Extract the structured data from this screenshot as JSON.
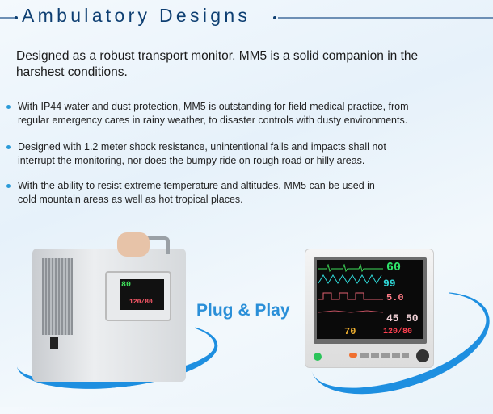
{
  "header": {
    "title": "Ambulatory Designs"
  },
  "intro": "Designed as a robust transport monitor, MM5 is a solid companion in the harshest conditions.",
  "bullets": [
    {
      "line1": "With IP44 water and dust protection, MM5 is outstanding for field medical practice, from",
      "line2": "regular emergency cares in rainy weather, to disaster controls with dusty environments."
    },
    {
      "line1": "Designed with 1.2 meter shock resistance, unintentional falls and impacts shall not",
      "line2": "interrupt the monitoring, nor does the bumpy ride on rough road or hilly areas."
    },
    {
      "line1": "With the ability to resist extreme temperature and altitudes, MM5 can be used in",
      "line2": "cold mountain areas as well as hot tropical places."
    }
  ],
  "caption": "Plug & Play",
  "monitor": {
    "hr": "60",
    "spo2": "99",
    "etco2": "5.0",
    "resp": "45",
    "temp": "50",
    "pr": "70",
    "nibp": "120/80"
  },
  "small_monitor": {
    "hr": "80",
    "nibp": "120/80"
  },
  "colors": {
    "title": "#0e3f72",
    "accent": "#2a8fd8"
  }
}
